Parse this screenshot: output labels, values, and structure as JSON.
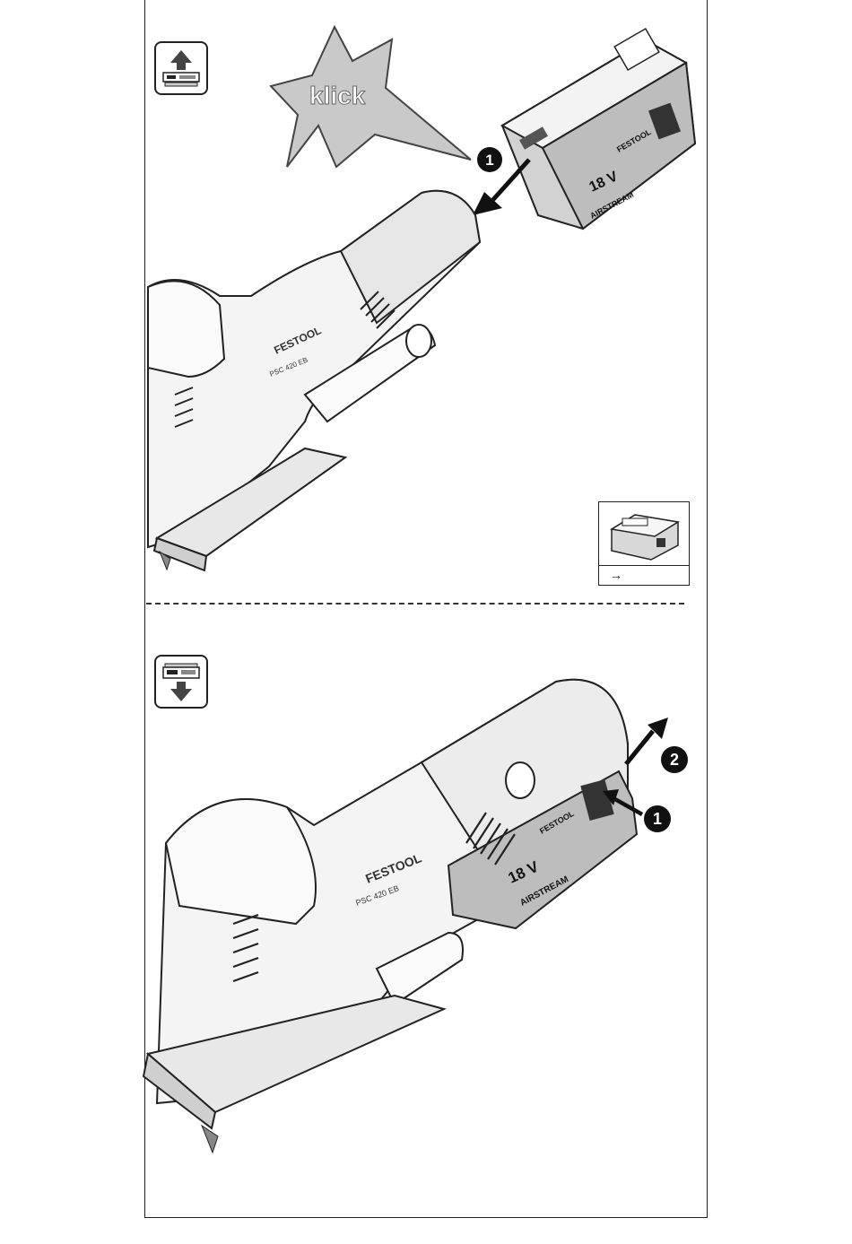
{
  "panel_top": {
    "icon": "battery-insert-up-icon",
    "starburst_text": "klick",
    "step_marker": "1",
    "battery_voltage": "18 V",
    "battery_brand": "FESTOOL",
    "battery_series": "AIRSTREAM",
    "tool_brand": "FESTOOL",
    "tool_model": "PSC 420 EB",
    "reference_box": {
      "icon": "battery-pack-icon",
      "arrow": "→"
    }
  },
  "panel_bottom": {
    "icon": "battery-remove-down-icon",
    "step_marker_1": "1",
    "step_marker_2": "2",
    "battery_voltage": "18 V",
    "battery_brand": "FESTOOL",
    "battery_series": "AIRSTREAM",
    "tool_brand": "FESTOOL",
    "tool_model": "PSC 420 EB"
  }
}
